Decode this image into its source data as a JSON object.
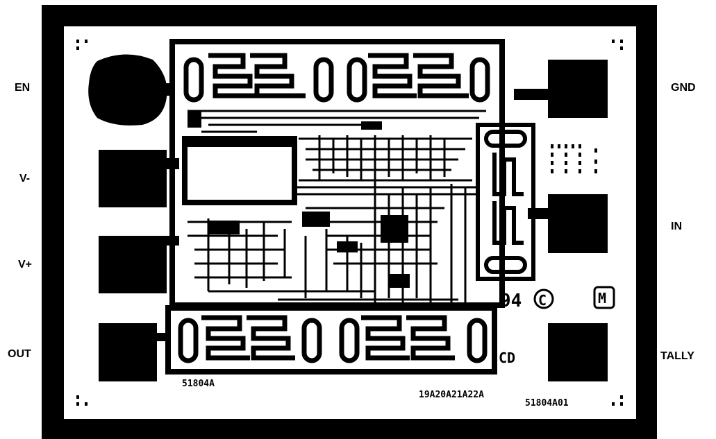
{
  "pins_left": [
    "EN",
    "V-",
    "V+",
    "OUT"
  ],
  "pins_right": [
    "GND",
    "IN",
    "TALLY"
  ],
  "die": {
    "part_number": "51804A",
    "mask_ids": "19A20A21A22A",
    "revision_id": "51804A01",
    "date_code": "94",
    "copyright_symbol": "C",
    "logo_letter": "M",
    "mark_cd": "CD"
  },
  "colors": {
    "metal": "#000000",
    "substrate": "#ffffff"
  }
}
